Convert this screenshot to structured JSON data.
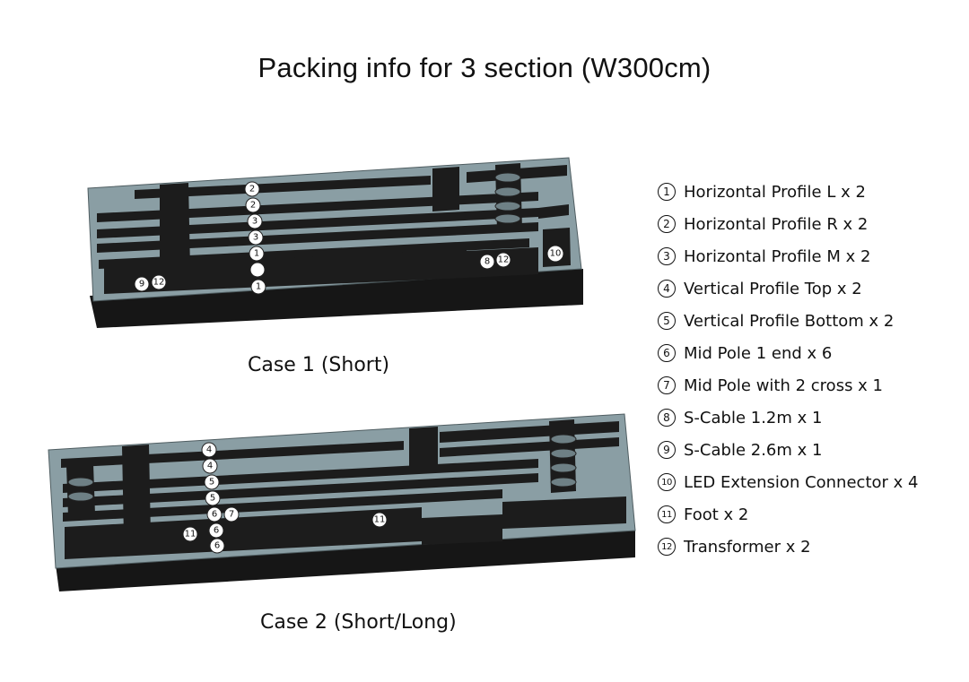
{
  "title": "Packing info for 3 section (W300cm)",
  "colors": {
    "tray": "#8a9ea4",
    "slot": "#1a1a1a",
    "base": "#161616",
    "marker_fill": "#ffffff"
  },
  "case1": {
    "caption": "Case 1 (Short)",
    "markers": [
      "2",
      "2",
      "3",
      "3",
      "1",
      "",
      "1",
      "8",
      "12",
      "9",
      "12",
      "10"
    ]
  },
  "case2": {
    "caption": "Case 2 (Short/Long)",
    "markers": [
      "4",
      "4",
      "5",
      "5",
      "6",
      "7",
      "6",
      "6",
      "11",
      "11"
    ]
  },
  "legend": [
    {
      "num": "1",
      "label": "Horizontal Profile L x 2"
    },
    {
      "num": "2",
      "label": "Horizontal Profile R x 2"
    },
    {
      "num": "3",
      "label": "Horizontal Profile M x 2"
    },
    {
      "num": "4",
      "label": "Vertical Profile Top x 2"
    },
    {
      "num": "5",
      "label": "Vertical Profile Bottom x 2"
    },
    {
      "num": "6",
      "label": "Mid Pole 1 end x 6"
    },
    {
      "num": "7",
      "label": "Mid Pole with 2 cross x 1"
    },
    {
      "num": "8",
      "label": "S-Cable 1.2m x 1"
    },
    {
      "num": "9",
      "label": "S-Cable 2.6m x 1"
    },
    {
      "num": "10",
      "label": "LED Extension Connector x 4"
    },
    {
      "num": "11",
      "label": "Foot x 2"
    },
    {
      "num": "12",
      "label": "Transformer x 2"
    }
  ]
}
